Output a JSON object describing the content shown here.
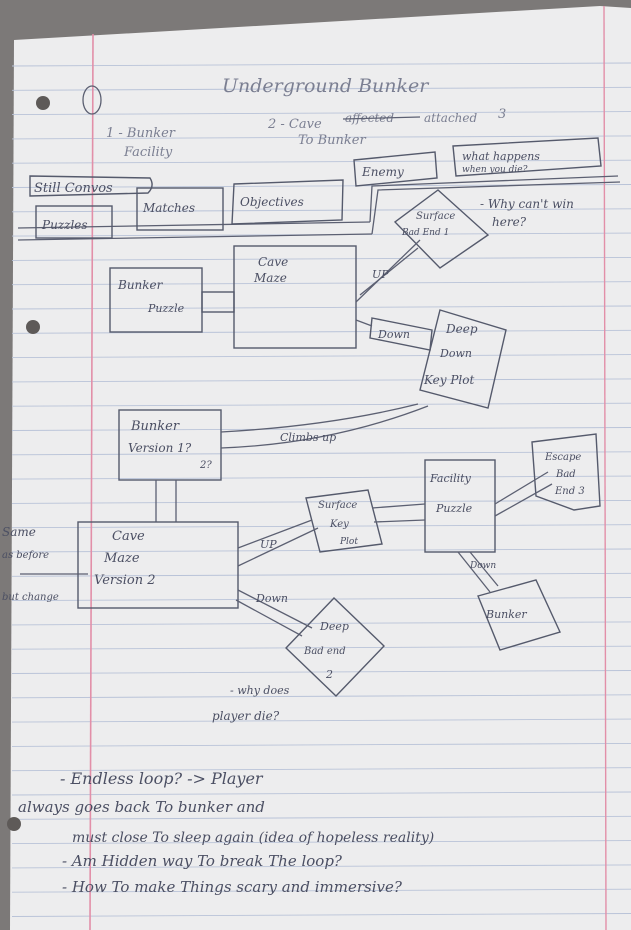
{
  "title": "Underground Bunker",
  "top": {
    "item1": [
      "1 - Bunker",
      "Facility"
    ],
    "item2": [
      "2 - Cave",
      "attached",
      "To Bunker"
    ],
    "item2_struck": "affected",
    "item3": "3"
  },
  "bar": {
    "still_convos": "Still Convos",
    "puzzles": "Puzzles",
    "matches": "Matches",
    "objectives": "Objectives",
    "enemy": "Enemy",
    "what_happens": [
      "what happens",
      "when you die?"
    ],
    "why_cant_win": [
      "- Why can't win",
      "here?"
    ]
  },
  "nodes": {
    "surface_bad_end_1": [
      "Surface",
      "Bad End 1"
    ],
    "bunker_puzzle": [
      "Bunker",
      "Puzzle"
    ],
    "cave_maze": [
      "Cave",
      "Maze"
    ],
    "up": "UP",
    "down": "Down",
    "deep_down_key_plot": [
      "Deep",
      "Down",
      "Key Plot"
    ],
    "bunker_version": [
      "Bunker",
      "Version 1?",
      "2?"
    ],
    "climbs_up": "Climbs up",
    "facility_puzzle": [
      "Facility",
      "Puzzle"
    ],
    "escape_bad_end_3": [
      "Escape",
      "Bad",
      "End 3"
    ],
    "surface_key_plot": [
      "Surface",
      "Key",
      "Plot"
    ],
    "same_as_before": [
      "Same",
      "as before",
      "but change"
    ],
    "cave_maze_v2": [
      "Cave",
      "Maze",
      "Version 2"
    ],
    "up2": "UP",
    "down2": "Down",
    "down3": "Down",
    "bunker2": "Bunker",
    "deep_bad_end_2": [
      "Deep",
      "Bad end",
      "2"
    ],
    "why_does_player_die": [
      "- why does",
      "player die?"
    ]
  },
  "notes": [
    "- Endless loop? -> Player",
    "always goes back To bunker and",
    "must close To sleep again (idea of hopeless reality)",
    "- Am Hidden way To break The loop?",
    "- How To make Things scary and immersive?"
  ],
  "colors": {
    "paper": "#ededee",
    "rule_line": "#b9c3d8",
    "margin_line": "#e28fa8",
    "ink": "#4b4f63"
  }
}
